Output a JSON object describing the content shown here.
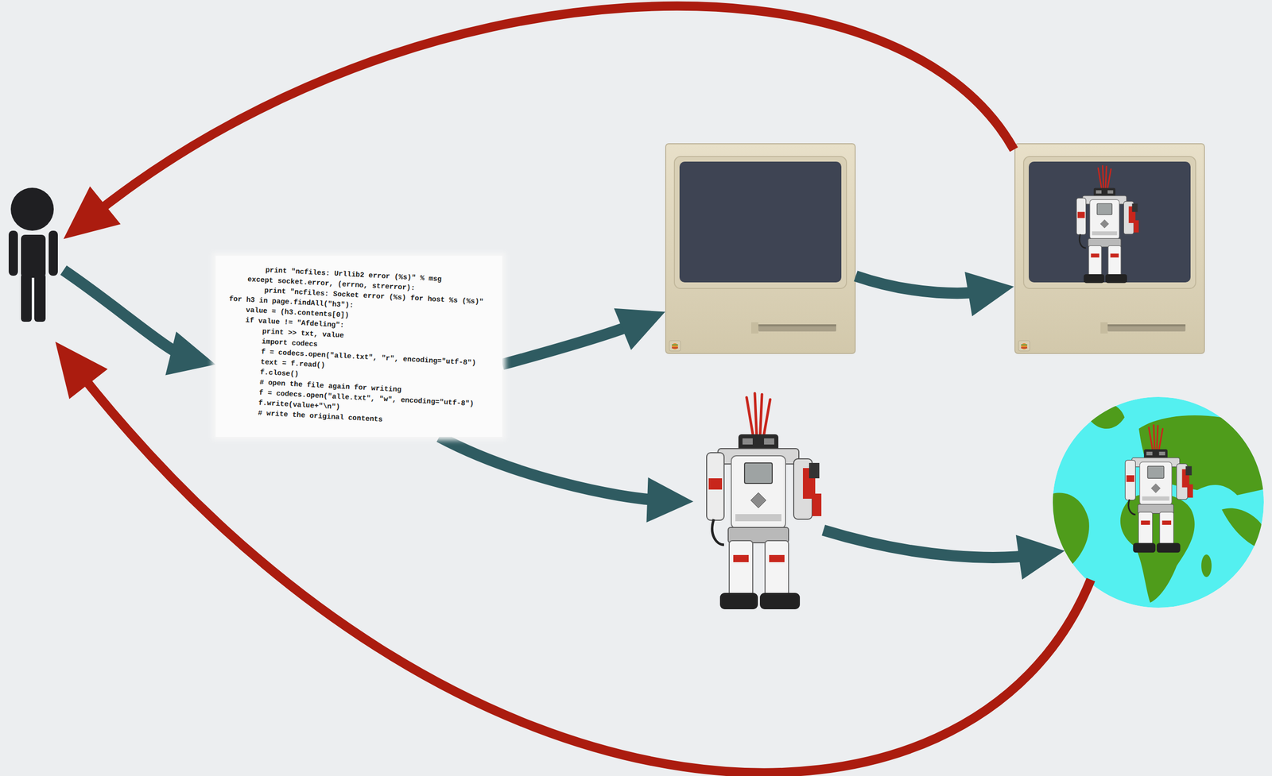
{
  "diagram": {
    "nodes": [
      {
        "text": []
      },
      {
        "text": [
          "print \"ncfiles: Urllib2 error (%s)\" % msg",
          "except socket.error, (errno, strerror):",
          "print \"ncfiles: Socket error (%s) for host %s (%s)\"",
          "for h3 in page.findAll(\"h3\"):",
          "value = (h3.contents[0])",
          "if value != \"Afdeling\":",
          "print >> txt, value",
          "import codecs",
          "f = codecs.open(\"alle.txt\", \"r\", encoding=\"utf-8\")",
          "text = f.read()",
          "f.close()",
          "# open the file again for writing",
          "f = codecs.open(\"alle.txt\", \"w\", encoding=\"utf-8\")",
          "f.write(value+\"\\n\")",
          "# write the original contents"
        ]
      },
      {
        "text": []
      },
      {
        "text": []
      },
      {
        "text": []
      },
      {
        "text": []
      }
    ],
    "edges": [
      {
        "from": 0,
        "to": 1,
        "arrow": "to"
      },
      {
        "from": 1,
        "to": 2,
        "arrow": "to"
      },
      {
        "from": 2,
        "to": 3,
        "arrow": "to"
      },
      {
        "from": 1,
        "to": 4,
        "arrow": "to"
      },
      {
        "from": 4,
        "to": 5,
        "arrow": "to"
      },
      {
        "from": 3,
        "to": 0,
        "arrow": "to"
      },
      {
        "from": 5,
        "to": 0,
        "arrow": "to"
      }
    ]
  }
}
